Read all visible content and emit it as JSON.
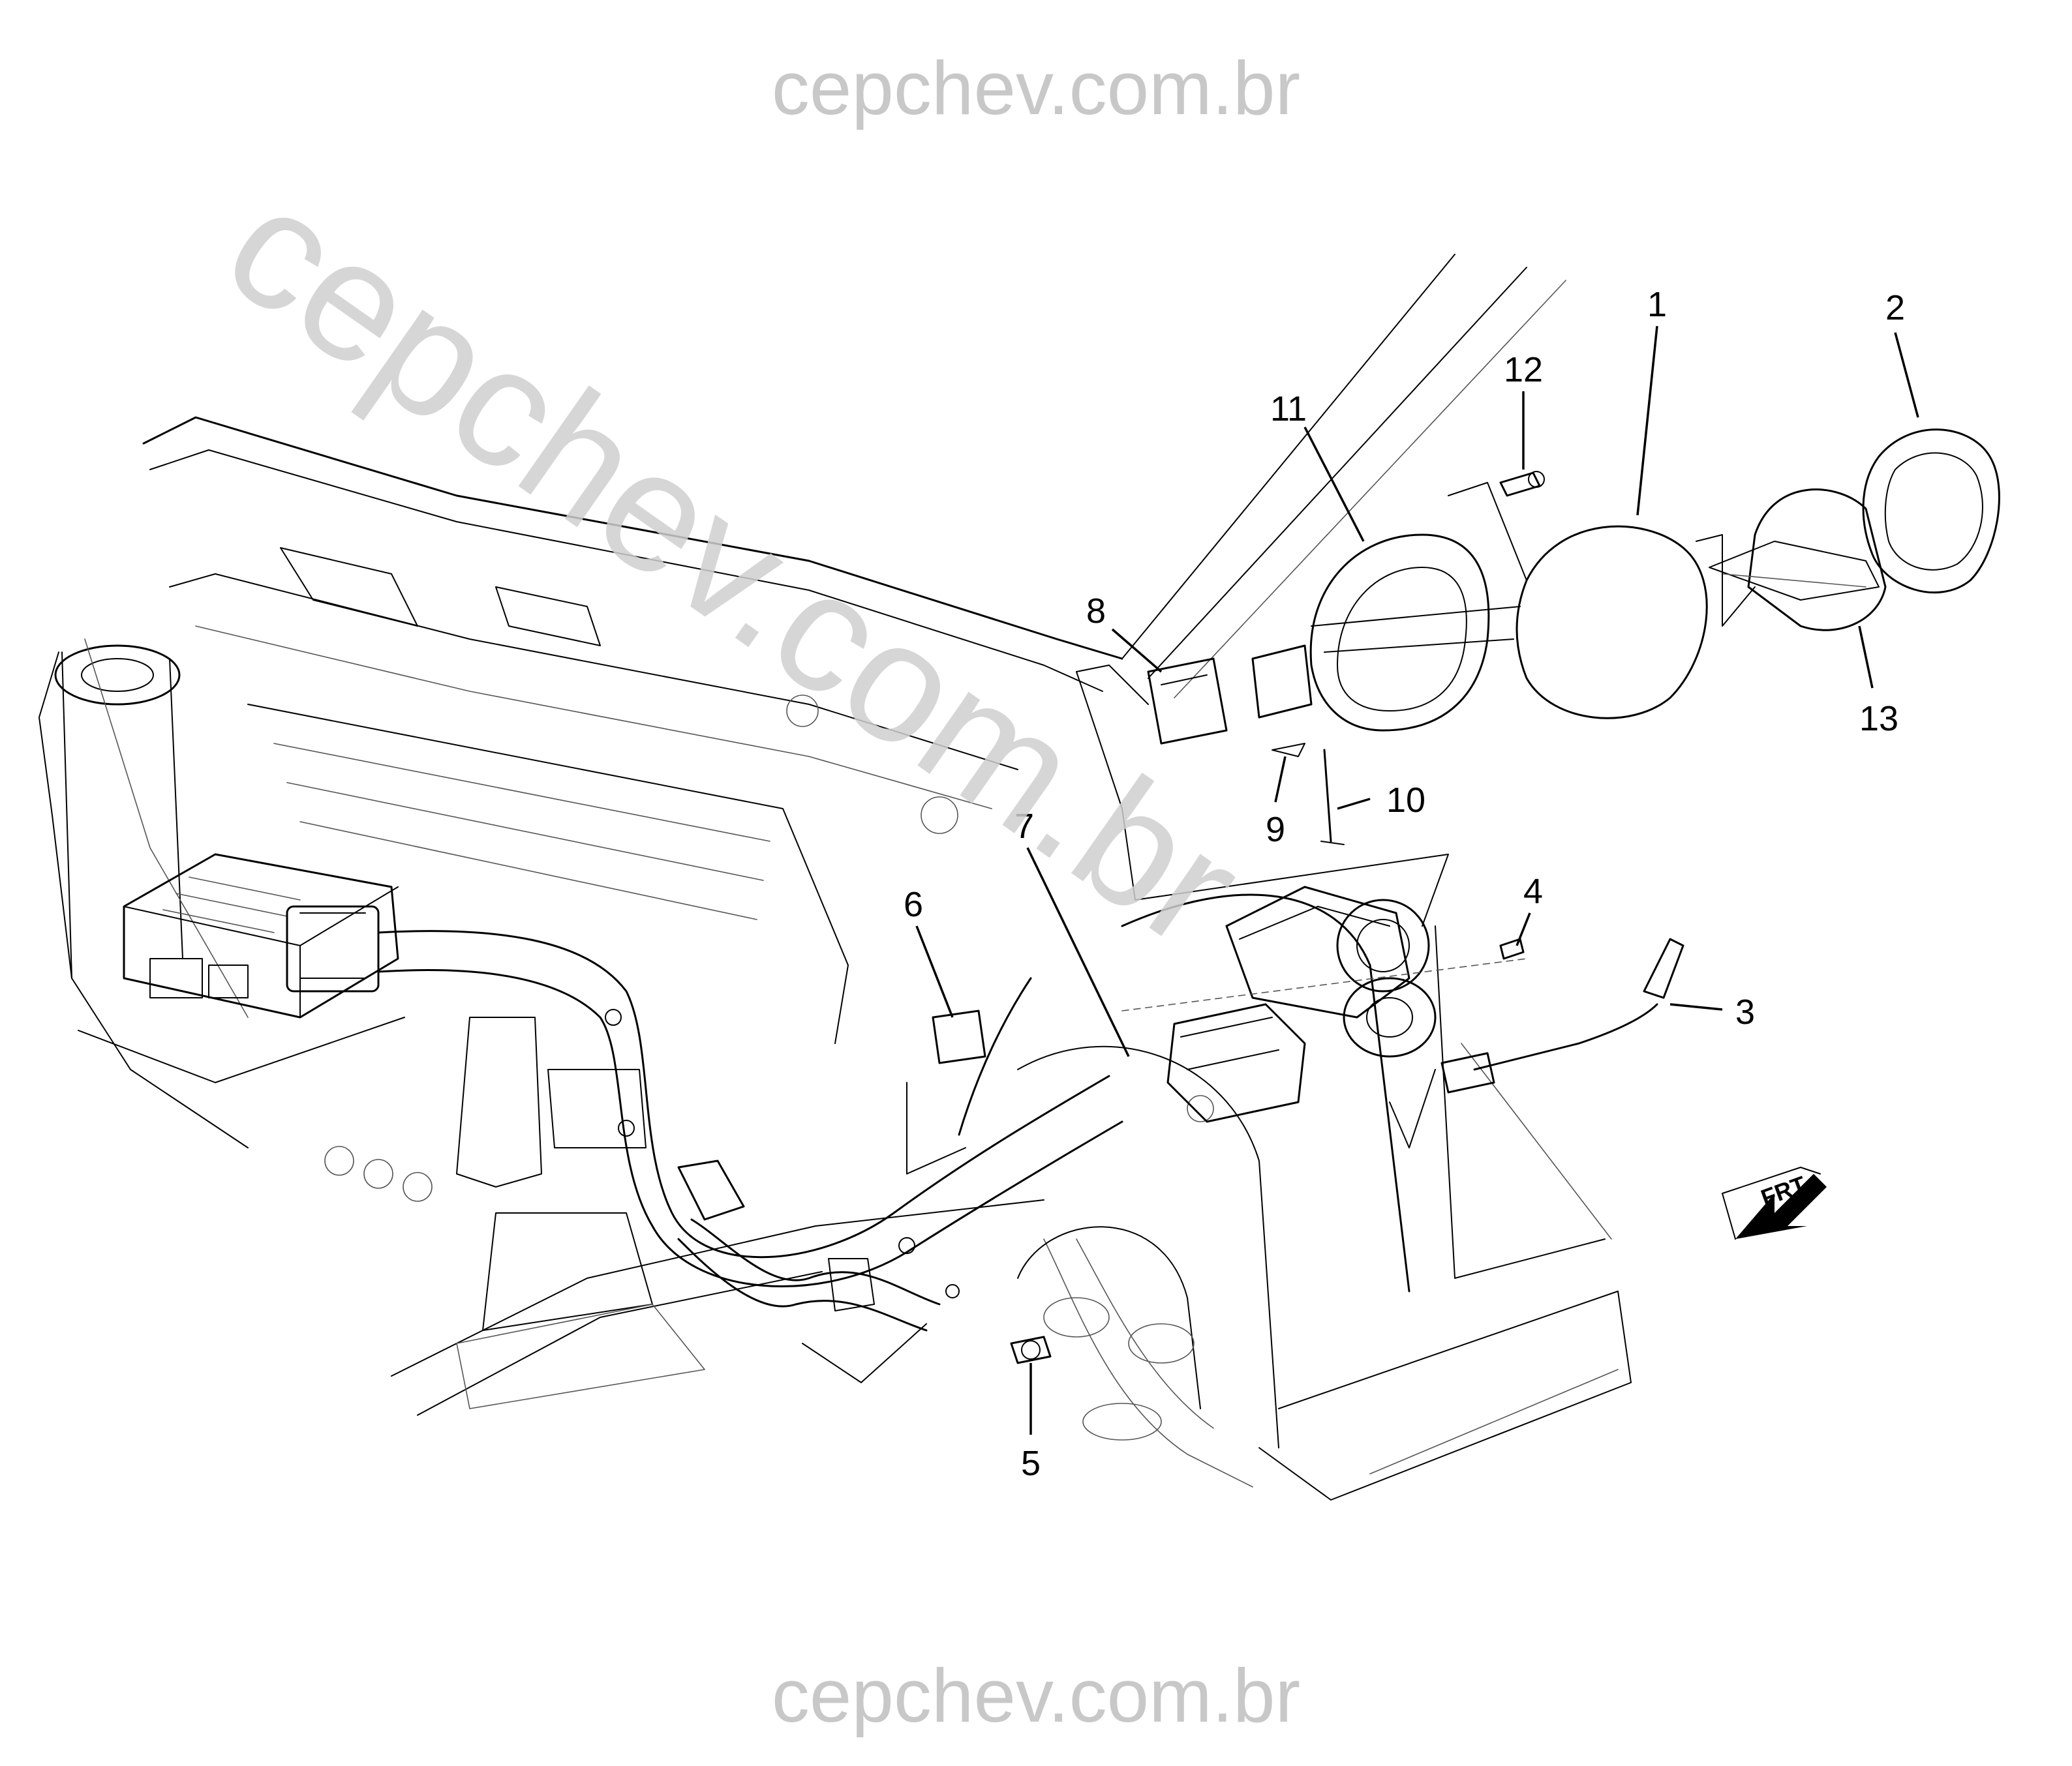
{
  "watermark": {
    "top": "cepchev.com.br",
    "diagonal": "cepchev.com.br",
    "bottom": "cepchev.com.br",
    "color": "#c8c8c8"
  },
  "callouts": [
    {
      "id": "1",
      "label": "1"
    },
    {
      "id": "2",
      "label": "2"
    },
    {
      "id": "3",
      "label": "3"
    },
    {
      "id": "4",
      "label": "4"
    },
    {
      "id": "5",
      "label": "5"
    },
    {
      "id": "6",
      "label": "6"
    },
    {
      "id": "7",
      "label": "7"
    },
    {
      "id": "8",
      "label": "8"
    },
    {
      "id": "9",
      "label": "9"
    },
    {
      "id": "10",
      "label": "10"
    },
    {
      "id": "11",
      "label": "11"
    },
    {
      "id": "12",
      "label": "12"
    },
    {
      "id": "13",
      "label": "13"
    }
  ],
  "direction_indicator": {
    "label": "FRT",
    "icon": "front-arrow-icon"
  },
  "line_color": "#000000"
}
